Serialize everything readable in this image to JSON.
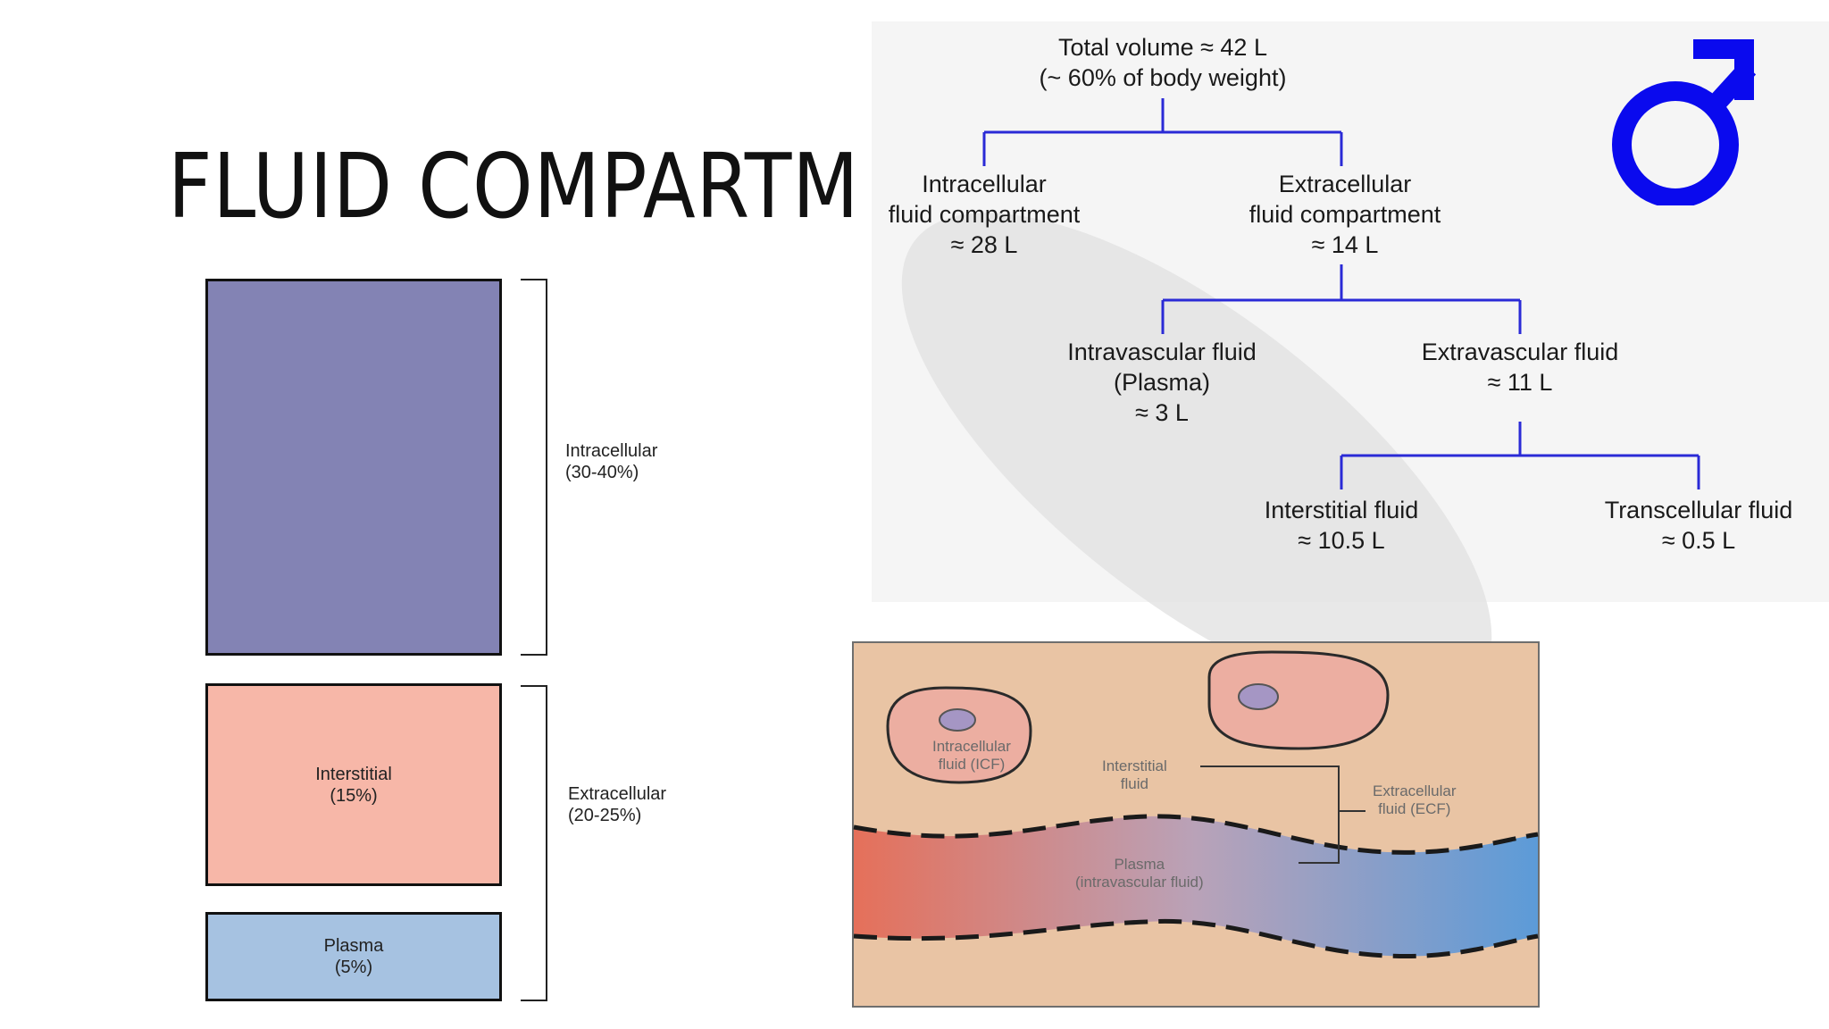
{
  "slide": {
    "title": "FLUID COMPARTM"
  },
  "bar": {
    "blocks": [
      {
        "label": "",
        "color": "#8383b4"
      },
      {
        "label": "Interstitial",
        "sub": "(15%)",
        "color": "#f7b7a8"
      },
      {
        "label": "Plasma",
        "sub": "(5%)",
        "color": "#a6c2e1"
      }
    ],
    "brackets": [
      {
        "label": "Intracellular",
        "sub": "(30-40%)"
      },
      {
        "label": "Extracellular",
        "sub": "(20-25%)"
      }
    ]
  },
  "tree": {
    "line_color": "#2a2ad6",
    "root": {
      "line1": "Total volume ≈ 42 L",
      "line2": "(~ 60% of body weight)"
    },
    "icf": {
      "line1": "Intracellular",
      "line2": "fluid compartment",
      "line3": "≈ 28 L"
    },
    "ecf": {
      "line1": "Extracellular",
      "line2": "fluid compartment",
      "line3": "≈ 14 L"
    },
    "intravascular": {
      "line1": "Intravascular fluid",
      "line2": "(Plasma)",
      "line3": "≈ 3 L"
    },
    "extravascular": {
      "line1": "Extravascular fluid",
      "line2": "≈ 11 L"
    },
    "interstitial": {
      "line1": "Interstitial fluid",
      "line2": "≈ 10.5 L"
    },
    "transcellular": {
      "line1": "Transcellular fluid",
      "line2": "≈ 0.5 L"
    },
    "icon": {
      "name": "male-symbol-icon",
      "color": "#0a0aee"
    }
  },
  "illustration": {
    "icf": {
      "line1": "Intracellular",
      "line2": "fluid (ICF)"
    },
    "interstitial": {
      "line1": "Interstitial",
      "line2": "fluid"
    },
    "ecf": {
      "line1": "Extracellular",
      "line2": "fluid (ECF)"
    },
    "plasma": {
      "line1": "Plasma",
      "line2": "(intravascular fluid)"
    },
    "bg_color": "#e9c4a4",
    "cell_color": "#ecaea1"
  }
}
